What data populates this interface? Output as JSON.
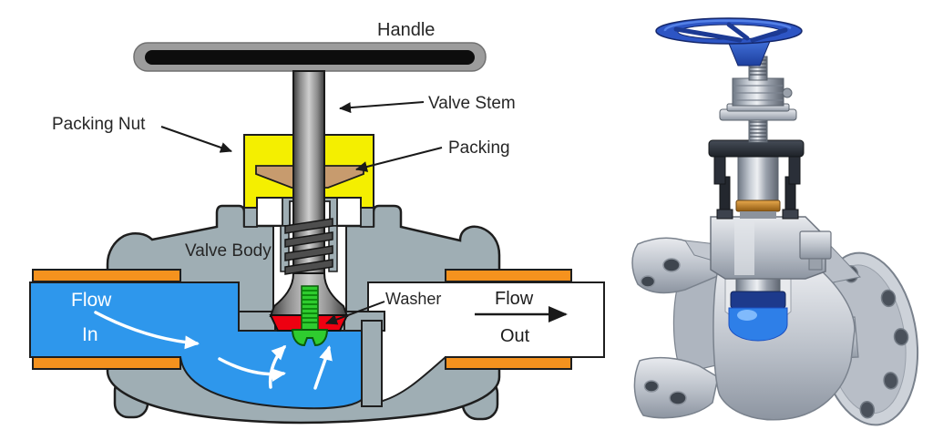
{
  "figure": {
    "background": "#ffffff",
    "left_diagram": {
      "labels": {
        "handle": "Handle",
        "valve_stem": "Valve Stem",
        "packing_nut": "Packing Nut",
        "packing": "Packing",
        "valve_body": "Valve Body",
        "washer": "Washer",
        "flow_in_line1": "Flow",
        "flow_in_line2": "In",
        "flow_out_line1": "Flow",
        "flow_out_line2": "Out"
      },
      "colors": {
        "body_gray": "#9FAEB4",
        "packing_nut_yellow": "#F4EF00",
        "packing_tan": "#C79B6E",
        "water_blue": "#2E97EC",
        "flange_orange": "#F5921E",
        "washer_red": "#EE0011",
        "disc_green": "#2FCC2F",
        "handle_gray": "#9C9C9C",
        "handle_black": "#0D0D0D",
        "outline": "#1E1E1E"
      }
    },
    "right_render": {
      "colors": {
        "handwheel_blue": "#2D55C4",
        "plug_blue": "#2E7FE8",
        "gland_amber": "#D98F33",
        "metal_light": "#D7DBE0",
        "metal_mid": "#AEB5BF",
        "metal_dark": "#4A515B"
      }
    }
  }
}
